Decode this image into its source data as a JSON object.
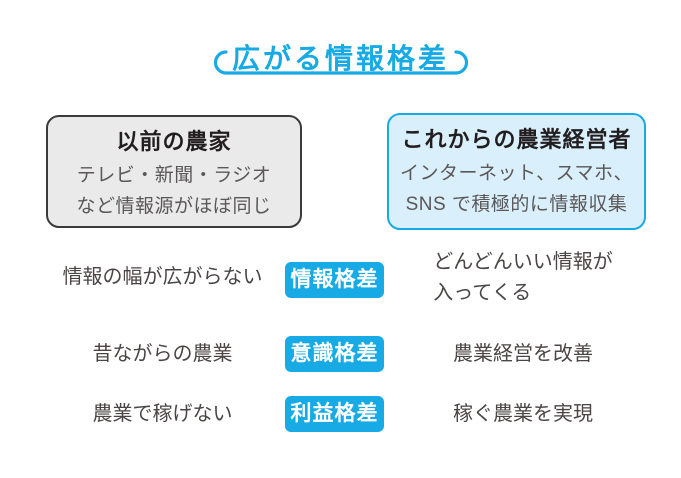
{
  "title": "広がる情報格差",
  "colors": {
    "accent_blue": "#17AAE4",
    "light_blue_fill": "#D9EFFB",
    "gray_box_fill": "#EAEAEA",
    "dark_border": "#3A3A3A",
    "heading_text": "#221E1F",
    "body_gray_text": "#5A5757",
    "row_text": "#4B4545",
    "badge_text": "#FFFFFF"
  },
  "boxes": {
    "past": {
      "title": "以前の農家",
      "body": "テレビ・新聞・ラジオ\nなど情報源がほぼ同じ"
    },
    "future": {
      "title": "これからの農業経営者",
      "body": "インターネット、スマホ、\nSNS で積極的に情報収集"
    }
  },
  "rows": [
    {
      "left": "情報の幅が広がらない",
      "badge": "情報格差",
      "right": "どんどんいい情報が\n入ってくる"
    },
    {
      "left": "昔ながらの農業",
      "badge": "意識格差",
      "right": "農業経営を改善"
    },
    {
      "left": "農業で稼げない",
      "badge": "利益格差",
      "right": "稼ぐ農業を実現"
    }
  ]
}
